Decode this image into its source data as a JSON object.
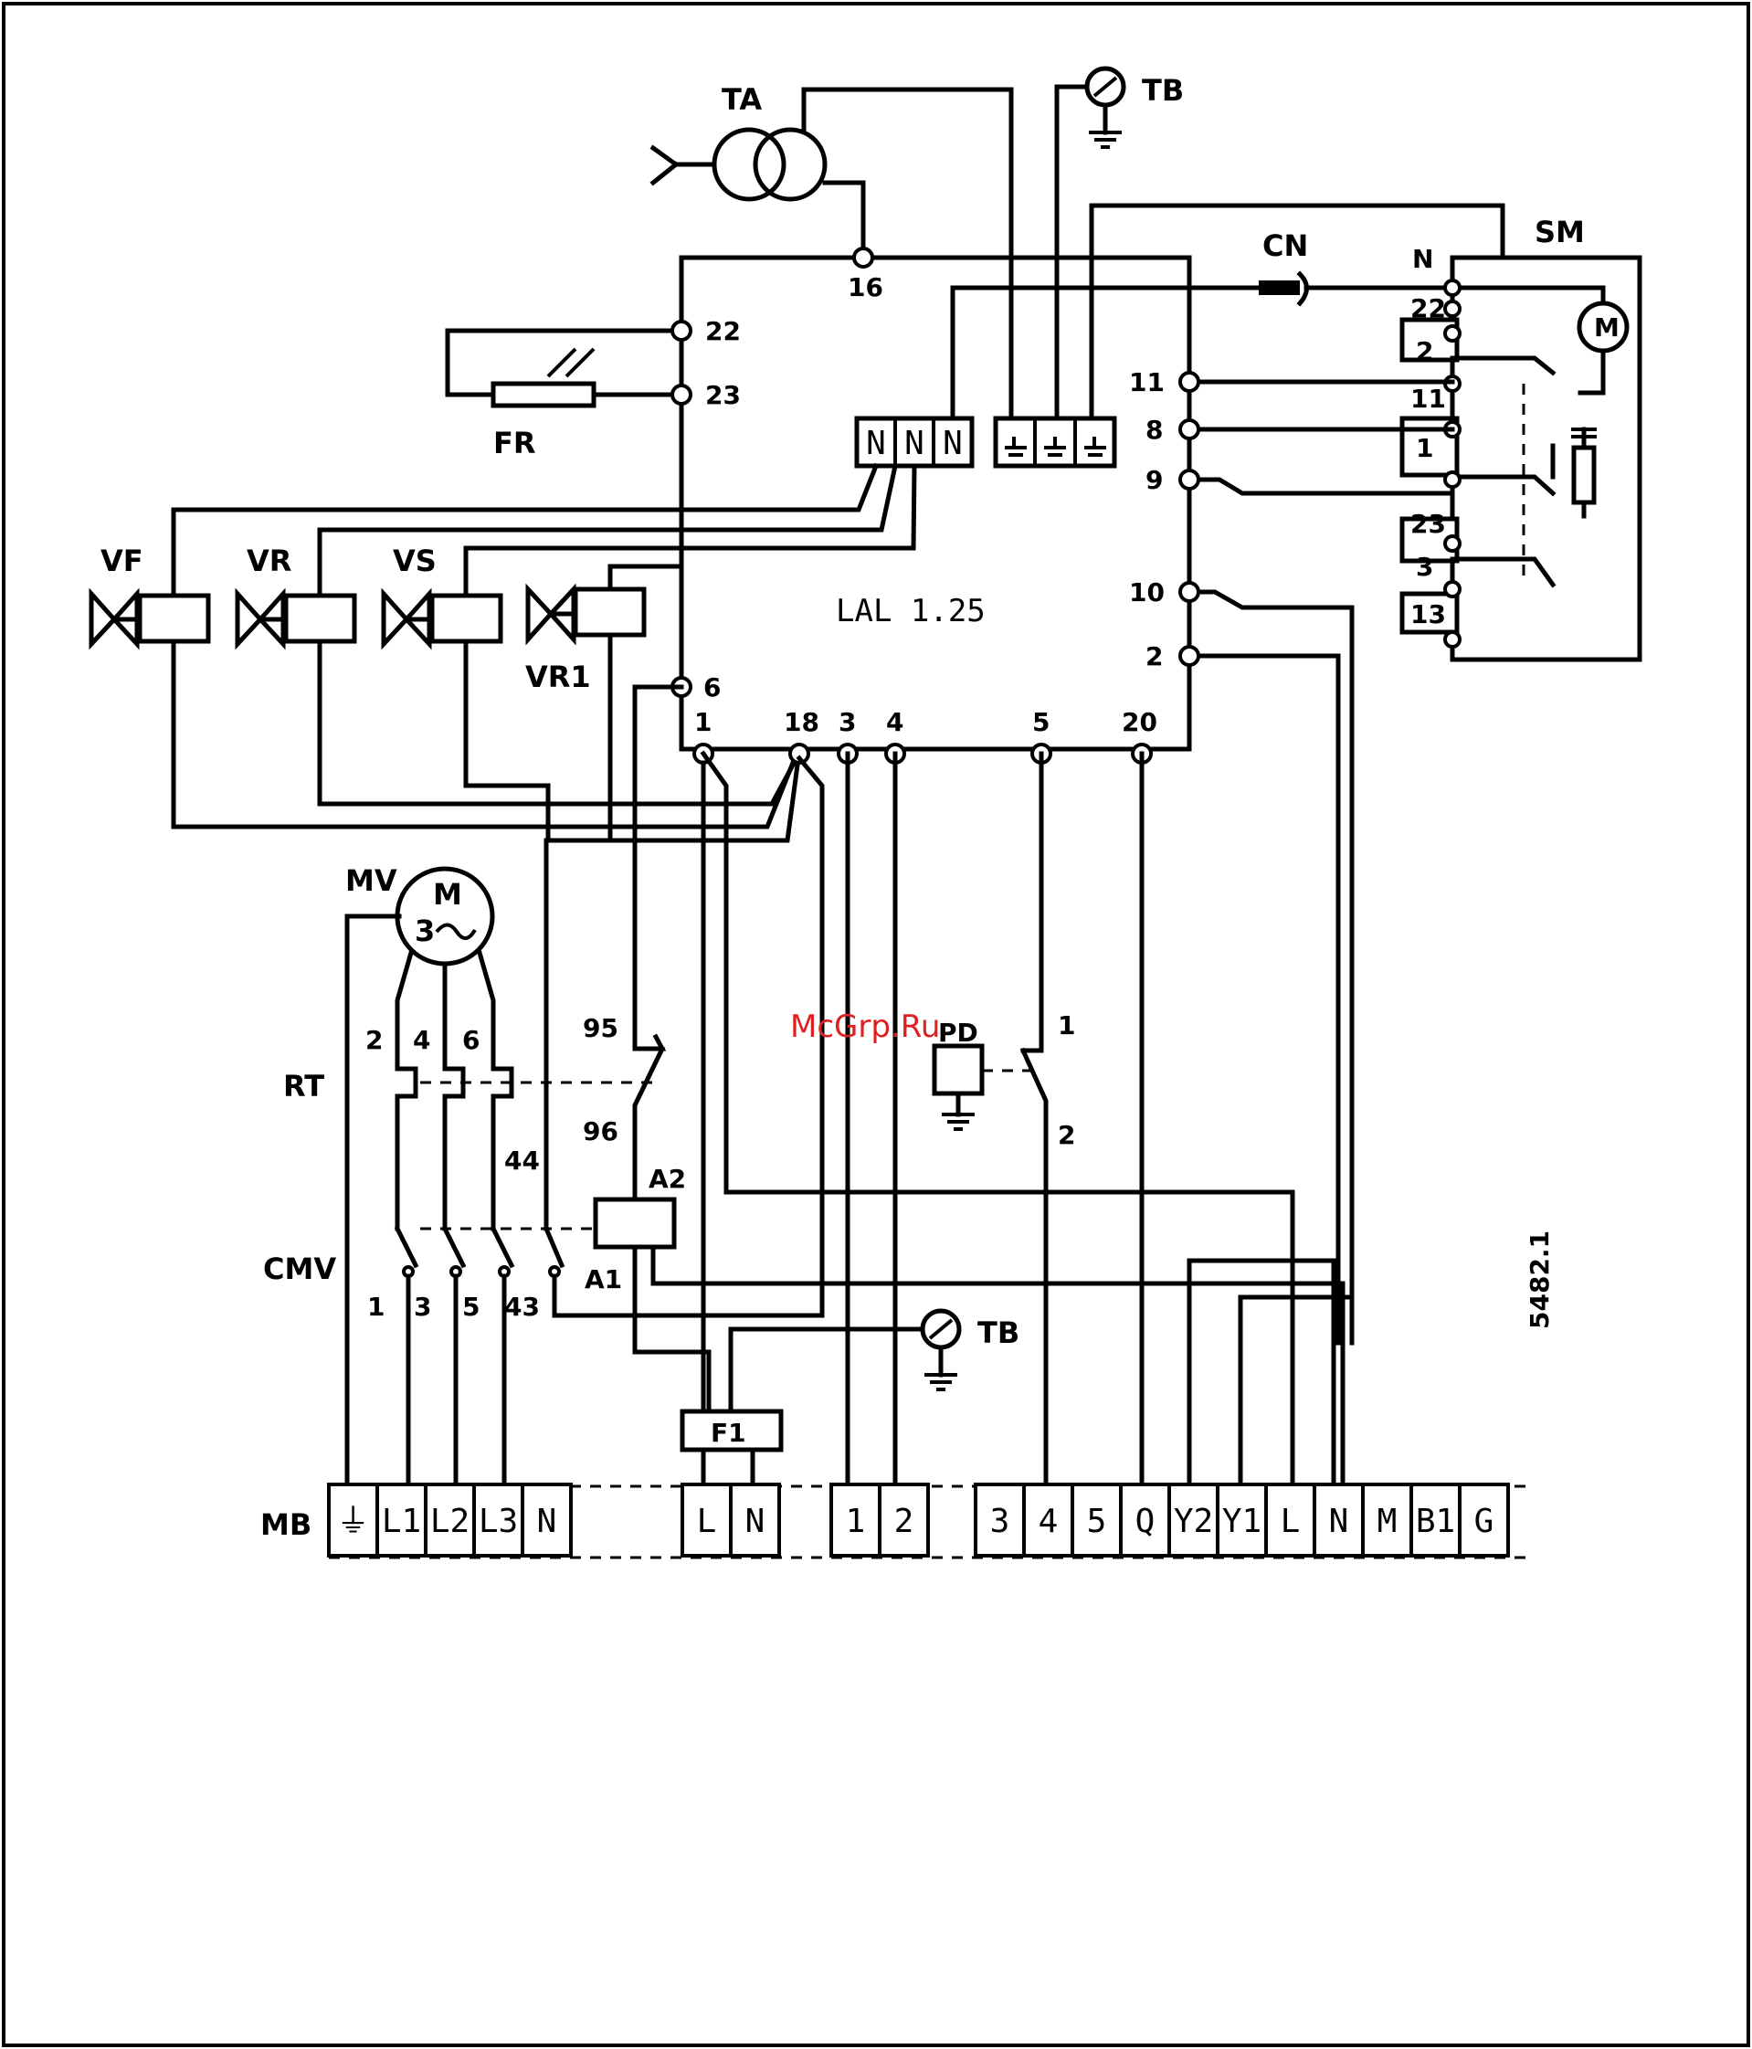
{
  "controller": {
    "model": "LAL 1.25"
  },
  "components": {
    "ta": "TA",
    "tb_top": "TB",
    "tb_bottom": "TB",
    "cn": "CN",
    "sm": "SM",
    "fr": "FR",
    "vf": "VF",
    "vr": "VR",
    "vs": "VS",
    "vr1": "VR1",
    "mv": "MV",
    "motor_m": "M",
    "motor_3": "3",
    "rt": "RT",
    "cmv": "CMV",
    "mb": "MB",
    "f1": "F1",
    "a1": "A1",
    "a2": "A2",
    "pd": "PD"
  },
  "controller_terminals": {
    "t16": "16",
    "t22": "22",
    "t23": "23",
    "t11": "11",
    "t8": "8",
    "t9": "9",
    "t10": "10",
    "t2": "2",
    "t6": "6",
    "b1": "1",
    "b18": "18",
    "b3": "3",
    "b4": "4",
    "b5": "5",
    "b20": "20"
  },
  "neutral_block": [
    "N",
    "N",
    "N"
  ],
  "sm_terminals": [
    "N",
    "22",
    "2",
    "11",
    "1",
    "23",
    "3",
    "13"
  ],
  "rt_contacts": {
    "c95": "95",
    "c96": "96",
    "c2": "2",
    "c4": "4",
    "c6": "6"
  },
  "cmv_contacts": {
    "c44": "44",
    "c43": "43",
    "c1": "1",
    "c3": "3",
    "c5": "5"
  },
  "pd_contacts": {
    "c1": "1",
    "c2": "2"
  },
  "mb_terminals": [
    "⏚",
    "L1",
    "L2",
    "L3",
    "N",
    "L",
    "N",
    "1",
    "2",
    "3",
    "4",
    "5",
    "Q",
    "Y2",
    "Y1",
    "L",
    "N",
    "M",
    "B1",
    "G"
  ],
  "figure_number": "5482.1",
  "watermark": "McGrp.Ru"
}
